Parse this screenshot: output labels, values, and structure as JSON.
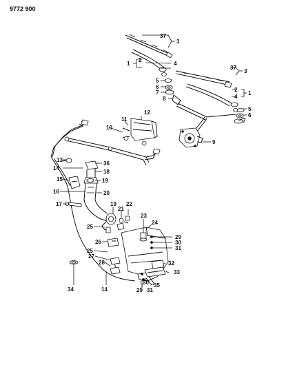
{
  "document": {
    "number": "9772 900"
  },
  "callouts": [
    "37",
    "3",
    "1",
    "2",
    "4",
    "37",
    "3",
    "5",
    "6",
    "7",
    "2",
    "4",
    "1",
    "8",
    "5",
    "6",
    "7",
    "9",
    "10",
    "11",
    "12",
    "13",
    "36",
    "14",
    "18",
    "19",
    "15",
    "16",
    "20",
    "17",
    "19",
    "21",
    "22",
    "25",
    "23",
    "24",
    "29",
    "30",
    "31",
    "26",
    "25",
    "27",
    "28",
    "32",
    "33",
    "34",
    "14",
    "30",
    "35",
    "29",
    "31"
  ],
  "colors": {
    "ink": "#111111",
    "background": "#ffffff"
  }
}
